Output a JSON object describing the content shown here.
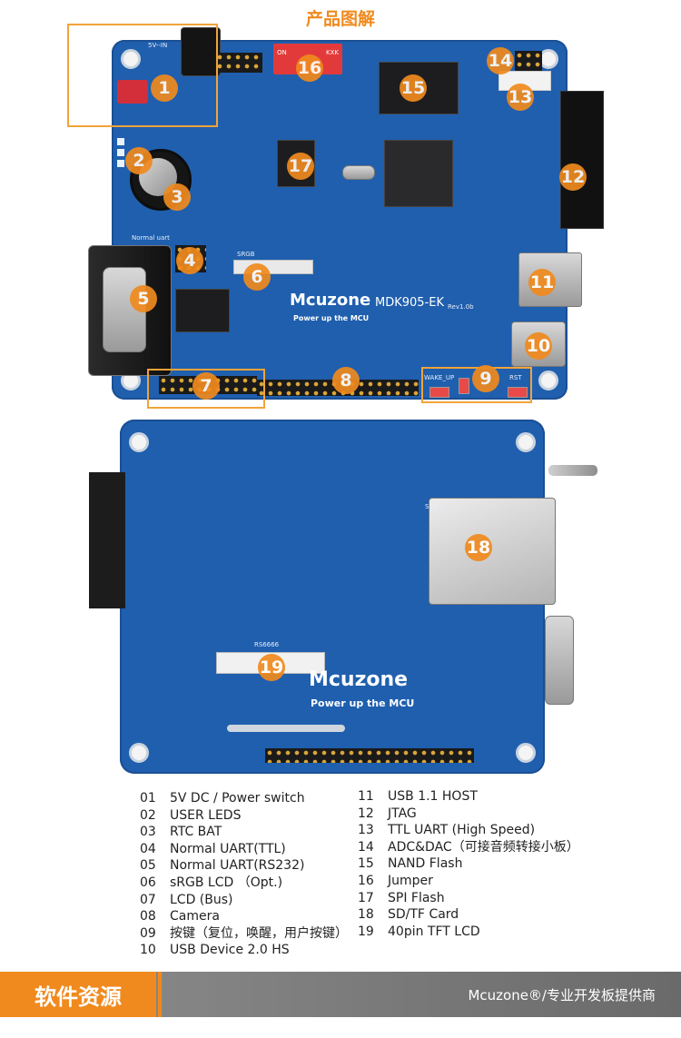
{
  "header": {
    "title": "产品图解"
  },
  "top_board": {
    "model": "MDK905-EK",
    "rev": "Rev1.0b",
    "logo": "Mcuzone",
    "tagline": "Power up the MCU",
    "silk": {
      "j5": "5V--IN",
      "on": "ON",
      "kxk": "KXK",
      "srgb": "SRGB",
      "normal_uart": "Normal uart",
      "wake_up": "WAKE_UP",
      "rst": "RST"
    }
  },
  "bottom_board": {
    "logo": "Mcuzone",
    "tagline": "Power up the MCU",
    "silk": {
      "sd1": "SD1",
      "rs6666": "RS6666"
    }
  },
  "badges": [
    "1",
    "2",
    "3",
    "4",
    "5",
    "6",
    "7",
    "8",
    "9",
    "10",
    "11",
    "12",
    "13",
    "14",
    "15",
    "16",
    "17",
    "18",
    "19"
  ],
  "legend_left": [
    {
      "num": "01",
      "text": "5V DC / Power switch"
    },
    {
      "num": "02",
      "text": "USER LEDS"
    },
    {
      "num": "03",
      "text": "RTC BAT"
    },
    {
      "num": "04",
      "text": "Normal UART(TTL)"
    },
    {
      "num": "05",
      "text": "Normal UART(RS232)"
    },
    {
      "num": "06",
      "text": "sRGB LCD （Opt.)"
    },
    {
      "num": "07",
      "text": "LCD (Bus)"
    },
    {
      "num": "08",
      "text": "Camera"
    },
    {
      "num": "09",
      "text": "按键（复位，唤醒，用户按键）"
    },
    {
      "num": "10",
      "text": "USB Device 2.0 HS"
    }
  ],
  "legend_right": [
    {
      "num": "11",
      "text": "USB 1.1 HOST"
    },
    {
      "num": "12",
      "text": "JTAG"
    },
    {
      "num": "13",
      "text": "TTL UART (High Speed)"
    },
    {
      "num": "14",
      "text": "ADC&DAC（可接音频转接小板）"
    },
    {
      "num": "15",
      "text": "NAND  Flash"
    },
    {
      "num": "16",
      "text": "Jumper"
    },
    {
      "num": "17",
      "text": "SPI Flash"
    },
    {
      "num": "18",
      "text": "SD/TF Card"
    },
    {
      "num": "19",
      "text": "40pin TFT LCD"
    }
  ],
  "footer": {
    "section_label": "软件资源",
    "brand": "Mcuzone®/专业开发板提供商"
  },
  "colors": {
    "accent": "#f08a1e",
    "pcb": "#1f5fae",
    "footer_gray": "#7a7a7a"
  }
}
